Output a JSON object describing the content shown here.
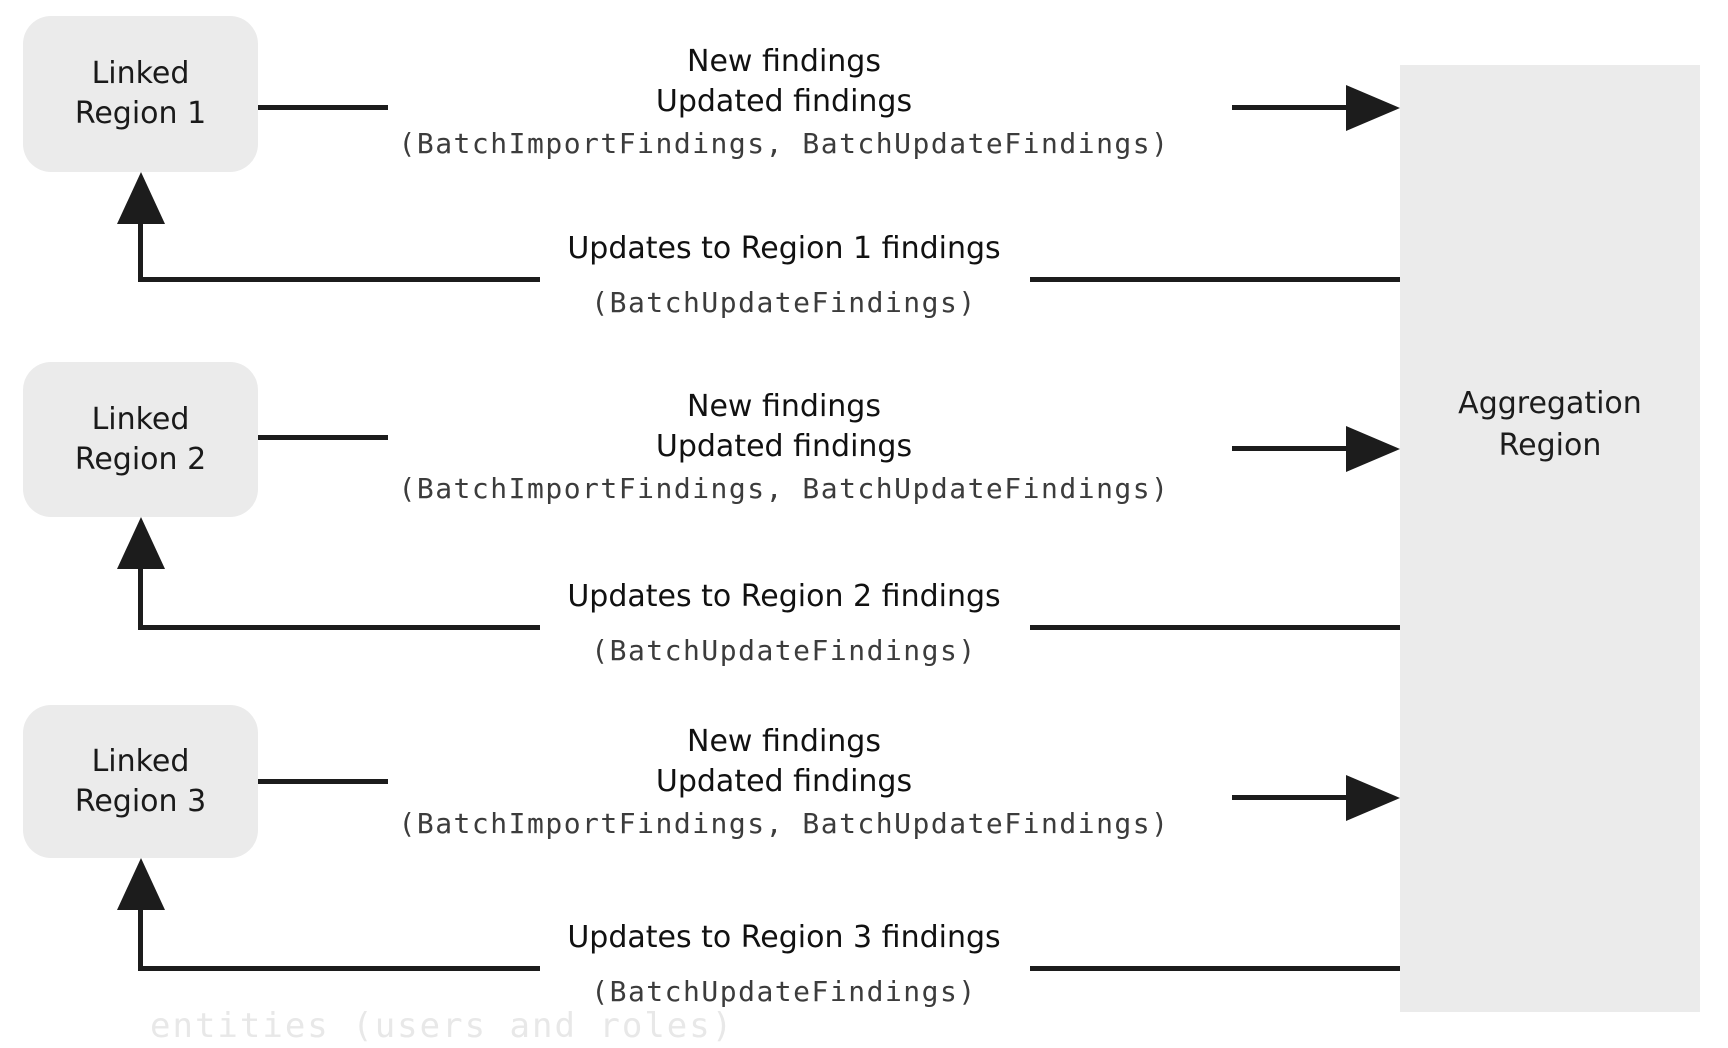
{
  "aggregation": {
    "label": "Aggregation Region"
  },
  "rows": [
    {
      "region_label": "Linked Region 1",
      "forward_line1": "New findings",
      "forward_line2": "Updated findings",
      "forward_api": "(BatchImportFindings, BatchUpdateFindings)",
      "return_label": "Updates to Region 1 findings",
      "return_api": "(BatchUpdateFindings)"
    },
    {
      "region_label": "Linked Region 2",
      "forward_line1": "New findings",
      "forward_line2": "Updated findings",
      "forward_api": "(BatchImportFindings, BatchUpdateFindings)",
      "return_label": "Updates to Region 2 findings",
      "return_api": "(BatchUpdateFindings)"
    },
    {
      "region_label": "Linked Region 3",
      "forward_line1": "New findings",
      "forward_line2": "Updated findings",
      "forward_api": "(BatchImportFindings, BatchUpdateFindings)",
      "return_label": "Updates to Region 3 findings",
      "return_api": "(BatchUpdateFindings)"
    }
  ],
  "watermark": "entities (users and roles)",
  "colors": {
    "box_fill": "#ebebeb",
    "line": "#1c1c1c",
    "label_text": "#111111",
    "code_text": "#3c3c3c",
    "watermark_text": "#e8e8e8"
  }
}
